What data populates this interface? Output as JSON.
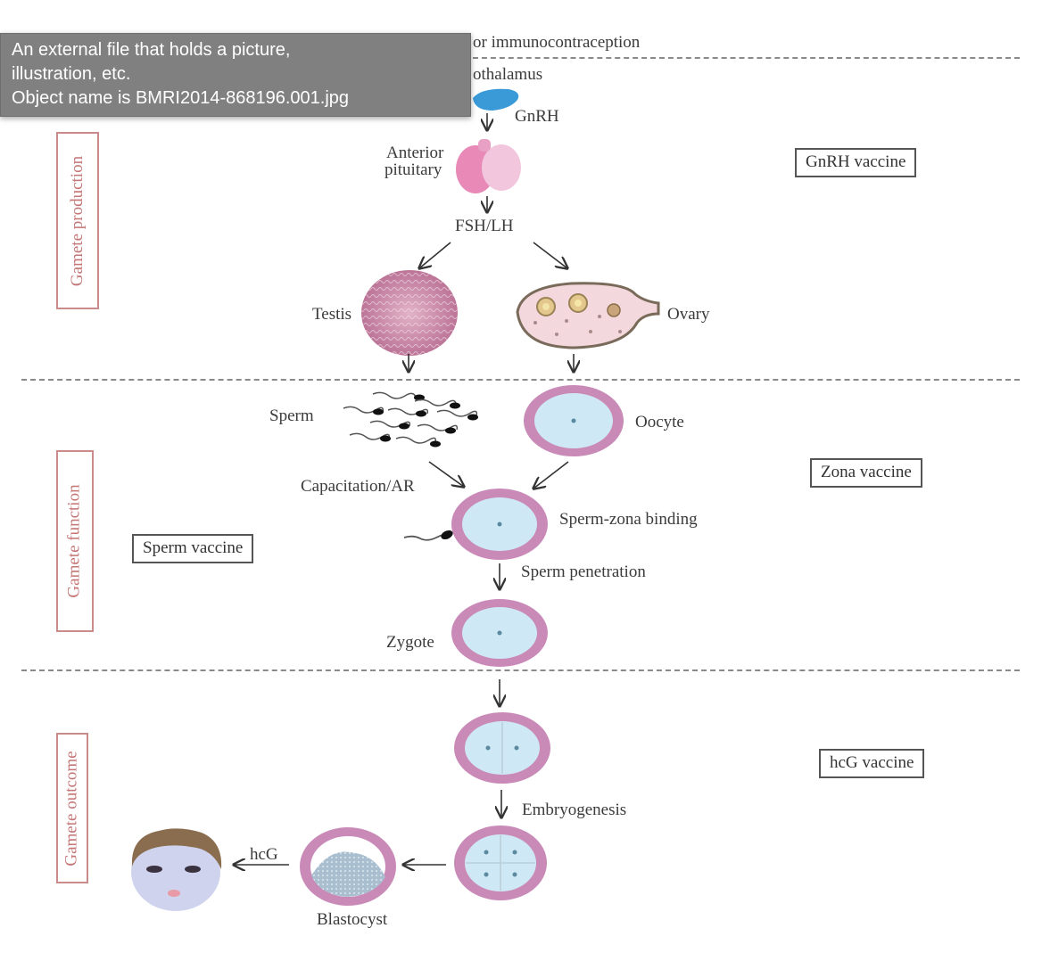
{
  "tooltip": {
    "lines": [
      "An external file that holds a picture,",
      "illustration, etc.",
      "Object name is BMRI2014-868196.001.jpg"
    ]
  },
  "figure": {
    "title_partial": "or immunocontraception",
    "sections": [
      {
        "label": "Gamete production",
        "color": "#c47575"
      },
      {
        "label": "Gamete function",
        "color": "#c47575"
      },
      {
        "label": "Gamete outcome",
        "color": "#c47575"
      }
    ],
    "vaccines": {
      "gnrh": "GnRH vaccine",
      "zona": "Zona vaccine",
      "sperm": "Sperm vaccine",
      "hcg": "hcG vaccine"
    },
    "labels": {
      "hypothalamus": "othalamus",
      "gnrh": "GnRH",
      "anterior_pituitary_line1": "Anterior",
      "anterior_pituitary_line2": "pituitary",
      "fsh_lh": "FSH/LH",
      "testis": "Testis",
      "ovary": "Ovary",
      "sperm": "Sperm",
      "oocyte": "Oocyte",
      "capacitation": "Capacitation/AR",
      "sperm_zona_binding": "Sperm-zona binding",
      "sperm_penetration": "Sperm penetration",
      "zygote": "Zygote",
      "embryogenesis": "Embryogenesis",
      "hcg": "hcG",
      "blastocyst": "Blastocyst"
    },
    "colors": {
      "zona": "#c98ab8",
      "cytoplasm": "#cfe8f5",
      "hypothalamus": "#3a9ad8",
      "pituitary": "#e889b8",
      "testis": "#c77fa0",
      "ovary": "#f3d9de",
      "section_border": "#c98a8a"
    }
  }
}
